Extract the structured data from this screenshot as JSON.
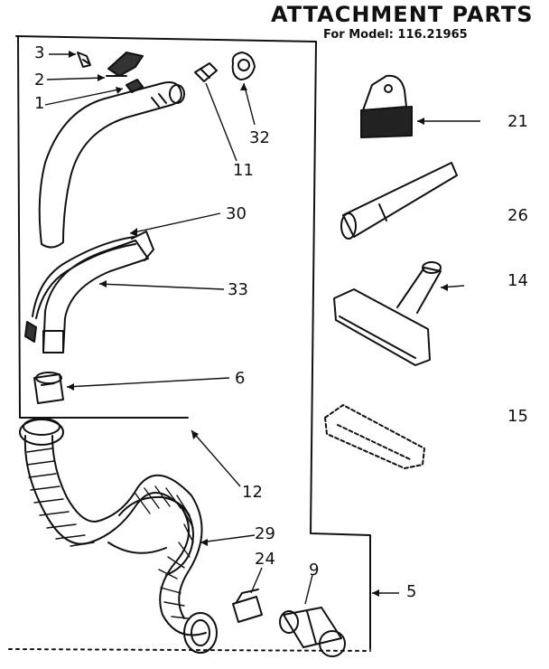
{
  "header": {
    "title": "ATTACHMENT PARTS",
    "model_line": "For Model: 116.21965"
  },
  "callouts": [
    "1",
    "2",
    "3",
    "32",
    "11",
    "30",
    "33",
    "6",
    "12",
    "21",
    "26",
    "14",
    "15",
    "29",
    "24",
    "9",
    "5"
  ]
}
